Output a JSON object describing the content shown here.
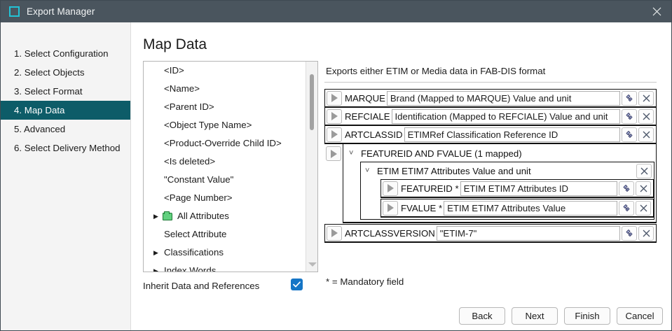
{
  "window": {
    "title": "Export Manager",
    "app_icon": "square-outline-icon",
    "close_label": "close-icon",
    "titlebar_color": "#4a555e",
    "accent_color": "#22c3d6"
  },
  "sidebar": {
    "active_color": "#0d5c68",
    "items": [
      {
        "label": "1. Select Configuration",
        "active": false
      },
      {
        "label": "2. Select Objects",
        "active": false
      },
      {
        "label": "3. Select Format",
        "active": false
      },
      {
        "label": "4. Map Data",
        "active": true
      },
      {
        "label": "5. Advanced",
        "active": false
      },
      {
        "label": "6. Select Delivery Method",
        "active": false
      }
    ]
  },
  "main": {
    "page_title": "Map Data",
    "description": "Exports either ETIM or Media data in FAB-DIS format",
    "mandatory_note": "* = Mandatory field"
  },
  "tree": {
    "rows": [
      {
        "label": "<ID>",
        "expandable": false,
        "folder": false
      },
      {
        "label": "<Name>",
        "expandable": false,
        "folder": false
      },
      {
        "label": "<Parent ID>",
        "expandable": false,
        "folder": false
      },
      {
        "label": "<Object Type Name>",
        "expandable": false,
        "folder": false
      },
      {
        "label": "<Product-Override Child ID>",
        "expandable": false,
        "folder": false
      },
      {
        "label": "<Is deleted>",
        "expandable": false,
        "folder": false
      },
      {
        "label": "\"Constant Value\"",
        "expandable": false,
        "folder": false
      },
      {
        "label": "<Page Number>",
        "expandable": false,
        "folder": false
      },
      {
        "label": "All Attributes",
        "expandable": true,
        "folder": true
      },
      {
        "label": "Select Attribute",
        "expandable": false,
        "folder": false
      },
      {
        "label": "Classifications",
        "expandable": true,
        "folder": false
      },
      {
        "label": "Index Words",
        "expandable": true,
        "folder": false
      }
    ],
    "scrollbar": {
      "name": "tree-scrollbar",
      "down_arrow": "chevron-down-icon"
    }
  },
  "inherit": {
    "label": "Inherit Data and References",
    "checked": true,
    "checkbox_color": "#1575c6"
  },
  "mappings": {
    "rows": [
      {
        "name": "MARQUE",
        "value": "Brand (Mapped to MARQUE) Value and unit"
      },
      {
        "name": "REFCIALE",
        "value": "Identification (Mapped to REFCIALE) Value and unit"
      },
      {
        "name": "ARTCLASSID",
        "value": "ETIMRef Classification Reference ID"
      }
    ],
    "group": {
      "header": "FEATUREID AND FVALUE (1 mapped)",
      "sub_header": "ETIM ETIM7 Attributes Value and unit",
      "children": [
        {
          "name": "FEATUREID",
          "mandatory": "*",
          "value": "ETIM ETIM7 Attributes ID"
        },
        {
          "name": "FVALUE",
          "mandatory": "*",
          "value": "ETIM ETIM7 Attributes Value"
        }
      ]
    },
    "last_row": {
      "name": "ARTCLASSVERSION",
      "value": "\"ETIM-7\""
    },
    "icons": {
      "expand": "play-triangle-icon",
      "link": "link-mapping-icon",
      "remove": "close-x-icon"
    }
  },
  "footer": {
    "buttons": [
      {
        "label": "Back"
      },
      {
        "label": "Next"
      },
      {
        "label": "Finish"
      },
      {
        "label": "Cancel"
      }
    ]
  }
}
